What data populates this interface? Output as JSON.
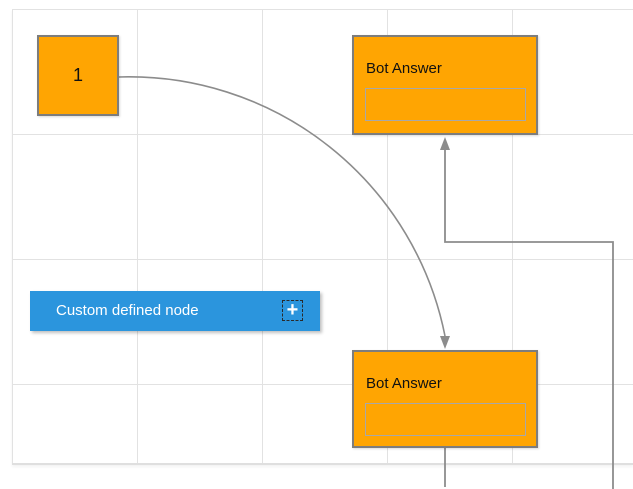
{
  "diagram": {
    "start_node": {
      "label": "1"
    },
    "bot_answer_top": {
      "title": "Bot Answer",
      "input_value": ""
    },
    "bot_answer_bottom": {
      "title": "Bot Answer",
      "input_value": ""
    },
    "custom_node": {
      "label": "Custom defined node",
      "plus_icon": "+"
    },
    "colors": {
      "node_fill": "#FFA502",
      "node_border": "#7D7D7D",
      "inner_box_border": "#A8A8A8",
      "custom_node_fill": "#2B95DD",
      "connector": "#8C8C8C",
      "grid_line": "#E2E2E2",
      "page_edge": "#DFDFDF",
      "label_dark": "#111111",
      "label_light": "#FFFFFF"
    }
  }
}
